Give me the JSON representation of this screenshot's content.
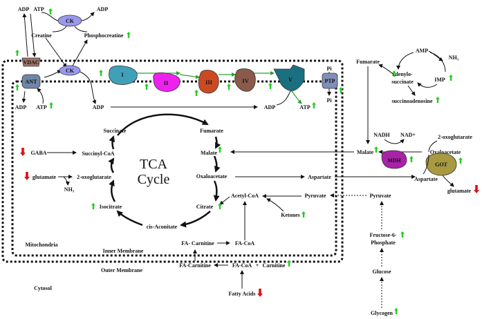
{
  "colors": {
    "up_arrow": "#22cc22",
    "down_arrow": "#dd1111",
    "ck": "#9999ee",
    "vdac": "#a07468",
    "ant": "#6f86a8",
    "complex_I": "#3fa0b8",
    "complex_II": "#ee22ee",
    "complex_III": "#cc4a22",
    "complex_IV": "#8a5a4a",
    "complex_V": "#1a6f80",
    "ptp": "#7f8fb8",
    "mdh": "#aa22aa",
    "got": "#a89a40"
  },
  "labels": {
    "adp_top_left": "ADP",
    "atp_top_left": "ATP",
    "adp_top_right": "ADP",
    "creatine": "Creatine",
    "phosphocreatine": "Phosphocreatine",
    "ck_top": "CK",
    "ck_mid": "CK",
    "vdac": "VDAC",
    "ant": "ANT",
    "adp_left": "ADP",
    "atp_left": "ATP",
    "adp_mid": "ADP",
    "complex_I": "I",
    "complex_II": "II",
    "complex_III": "III",
    "complex_IV": "IV",
    "complex_V": "V",
    "ptp": "PTP",
    "pi_top": "Pi",
    "pi_bottom": "Pi",
    "adp_right": "ADP",
    "atp_right": "ATP",
    "tca_line1": "TCA",
    "tca_line2": "Cycle",
    "succinate": "Succinate",
    "fumarate_tca": "Fumarate",
    "malate_tca": "Malate",
    "oxaloacetate_tca": "Oxaloacetate",
    "citrate": "Citrate",
    "cis_aconitate": "cis-Aconitate",
    "isocitrate": "Isocitrate",
    "oxoglutarate_tca": "2-oxoglutarate",
    "succinyl_coa": "Succinyl-CoA",
    "gaba": "GABA",
    "glutamate_left": "glutamate",
    "nh3_left": "NH₃",
    "acetyl_coa": "Acetyl-CoA",
    "pyruvate_mito": "Pyruvate",
    "ketones": "Ketones",
    "aspartate_mito": "Aspartate",
    "fa_carnitine_inner": "FA- Carnitine",
    "fa_coa_inner": "FA-CoA",
    "fa_carnitine_outer": "FA-Carnitine",
    "fa_coa_outer": "FA-CoA",
    "plus": "+",
    "carnitine": "Carnitine",
    "fatty_acids": "Fatty Acids",
    "mitochondria": "Mitochondria",
    "inner_membrane": "Inner Membrane",
    "outer_membrane": "Outer Membrane",
    "cytosol": "Cytosol",
    "fumarate_cyto": "Fumarate",
    "amp": "AMP",
    "nh3_right": "NH₃",
    "adenylo_1": "adenylo-",
    "adenylo_2": "succinate",
    "imp": "IMP",
    "succinoadenosine": "succinoadenosine",
    "nadh": "NADH",
    "nad": "NAD+",
    "malate_cyto": "Malate",
    "mdh": "MDH",
    "oxaloacetate_cyto": "Oxaloacetate",
    "oxoglutarate_cyto": "2-oxoglutarate",
    "got": "GOT",
    "aspartate_cyto": "Aspartate",
    "glutamate_right": "glutamate",
    "pyruvate_cyto": "Pyruvate",
    "f6p_1": "Fructose-6-",
    "f6p_2": "Phosphate",
    "glucose": "Glucose",
    "glycogen": "Glycogen"
  }
}
